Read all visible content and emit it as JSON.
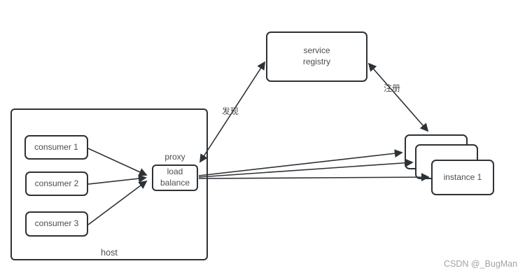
{
  "nodes": {
    "host": "host",
    "consumer1": "consumer 1",
    "consumer2": "consumer 2",
    "consumer3": "consumer 3",
    "proxy_caption": "proxy",
    "load_balance": "load\nbalance",
    "service_registry": "service\nregistry",
    "instance1": "instance 1"
  },
  "edges": {
    "discover_label": "发现",
    "register_label": "注册"
  },
  "watermark": "CSDN @_BugMan",
  "colors": {
    "stroke": "#2d3236",
    "text": "#4d4d4d",
    "watermark": "#9fa3a8",
    "background": "#ffffff"
  }
}
